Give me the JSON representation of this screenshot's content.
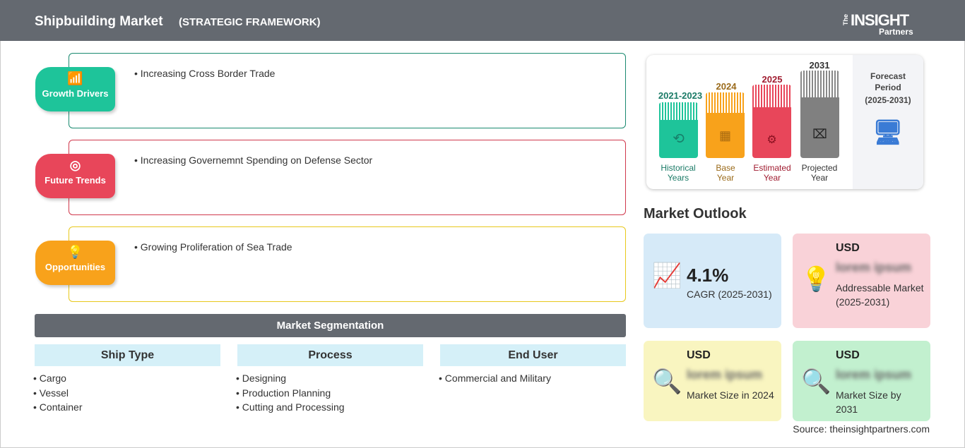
{
  "header": {
    "title": "Shipbuilding Market",
    "subtitle": "(STRATEGIC FRAMEWORK)",
    "logo": "The INSIGHT Partners"
  },
  "framework": [
    {
      "badge": "Growth Drivers",
      "icon": "chart-growth-icon",
      "color": "#1ec49a",
      "text": "Increasing Cross Border Trade"
    },
    {
      "badge": "Future Trends",
      "icon": "target-icon",
      "color": "#e8465a",
      "text": "Increasing Governemnt Spending on Defense Sector"
    },
    {
      "badge": "Opportunities",
      "icon": "lightbulb-hand-icon",
      "color": "#f8a21b",
      "text": "Growing Proliferation of Sea Trade"
    }
  ],
  "segmentation": {
    "title": "Market Segmentation",
    "columns": [
      {
        "header": "Ship Type",
        "items": [
          "Cargo",
          "Vessel",
          "Container"
        ]
      },
      {
        "header": "Process",
        "items": [
          "Designing",
          "Production Planning",
          "Cutting and Processing"
        ]
      },
      {
        "header": "End User",
        "items": [
          "Commercial and Military"
        ]
      }
    ]
  },
  "timeline": {
    "bars": [
      {
        "year": "2021-2023",
        "label1": "Historical",
        "label2": "Years",
        "color": "#1ec49a",
        "text_color": "#1a7a66",
        "icon": "history-icon"
      },
      {
        "year": "2024",
        "label1": "Base",
        "label2": "Year",
        "color": "#f8a21b",
        "text_color": "#9a6a1a",
        "icon": "calendar-icon"
      },
      {
        "year": "2025",
        "label1": "Estimated",
        "label2": "Year",
        "color": "#e8465a",
        "text_color": "#a01c30",
        "icon": "settings-chart-icon"
      },
      {
        "year": "2031",
        "label1": "Projected",
        "label2": "Year",
        "color": "#808080",
        "text_color": "#333333",
        "icon": "presentation-icon"
      }
    ],
    "forecast_label1": "Forecast",
    "forecast_label2": "Period",
    "forecast_range": "(2025-2031)"
  },
  "outlook": {
    "title": "Market Outlook",
    "cards": [
      {
        "value": "4.1%",
        "desc": "CAGR (2025-2031)",
        "color": "#d6eaf8",
        "icon": "growth-chart-icon"
      },
      {
        "usd": "USD",
        "value": "lorem ipsum",
        "desc": "Addressable Market (2025-2031)",
        "color": "#f9d2d8",
        "icon": "dollar-bulb-icon"
      },
      {
        "usd": "USD",
        "value": "lorem ipsum",
        "desc": "Market Size in 2024",
        "color": "#f9f5c0",
        "icon": "magnifier-chart-icon"
      },
      {
        "usd": "USD",
        "value": "lorem ipsum",
        "desc": "Market Size by 2031",
        "color": "#c2f0cf",
        "icon": "magnifier-chart-icon"
      }
    ]
  },
  "source": "Source: theinsightpartners.com"
}
